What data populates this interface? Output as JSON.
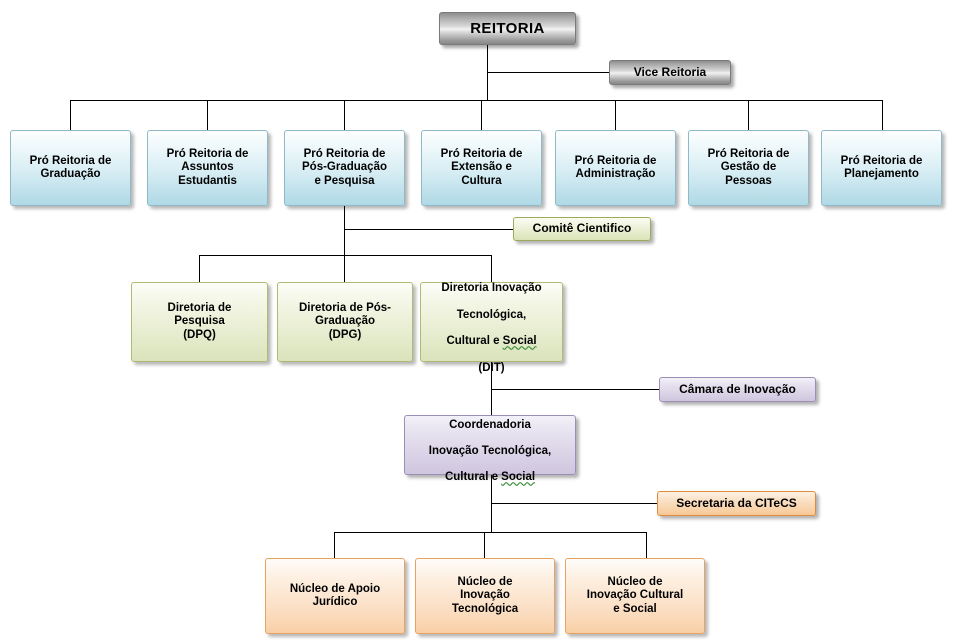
{
  "diagram": {
    "title": "Organograma CITeCS",
    "type": "org-chart",
    "colors": {
      "root_fill": "#d6d6d6",
      "root_border": "#7a7a7a",
      "blue_fill": "#b6dce8",
      "blue_border": "#8fb9c6",
      "green_fill": "#dde5bf",
      "green_border": "#aebb72",
      "purple_fill": "#d9d2e6",
      "purple_border": "#9b8fb8",
      "orange_fill": "#fbe0c6",
      "orange_border": "#e8a361",
      "connector": "#000000",
      "spellcheck_underline": "#3f8f3f"
    },
    "root": {
      "label": "REITORIA"
    },
    "vice": {
      "label": "Vice Reitoria"
    },
    "pro_reitorias": [
      {
        "label": "Pró Reitoria de\nGraduação"
      },
      {
        "label": "Pró Reitoria de\nAssuntos\nEstudantis"
      },
      {
        "label": "Pró Reitoria de\nPós-Graduação\ne Pesquisa"
      },
      {
        "label": "Pró Reitoria de\nExtensão e\nCultura"
      },
      {
        "label": "Pró Reitoria de\nAdministração"
      },
      {
        "label": "Pró Reitoria de\nGestão de\nPessoas"
      },
      {
        "label": "Pró Reitoria de\nPlanejamento"
      }
    ],
    "comite": {
      "label": "Comitê Cientifico"
    },
    "diretorias": [
      {
        "label": "Diretoria de\nPesquisa\n(DPQ)"
      },
      {
        "label": "Diretoria de Pós-\nGraduação\n(DPG)"
      },
      {
        "label_line1": "Diretoria Inovação",
        "label_line2": "Tecnológica,",
        "label_line3a": "Cultural e ",
        "label_line3b": "Social",
        "label_line4": "(DIT)"
      }
    ],
    "camara": {
      "label": "Câmara de Inovação"
    },
    "coordenadoria": {
      "label_line1": "Coordenadoria",
      "label_line2": "Inovação Tecnológica,",
      "label_line3a": "Cultural e ",
      "label_line3b": "Social"
    },
    "secretaria": {
      "label": "Secretaria da CITeCS"
    },
    "nucleos": [
      {
        "label": "Núcleo de Apoio\nJurídico"
      },
      {
        "label": "Núcleo de\nInovação\nTecnológica"
      },
      {
        "label": "Núcleo de\nInovação Cultural\ne Social"
      }
    ]
  }
}
